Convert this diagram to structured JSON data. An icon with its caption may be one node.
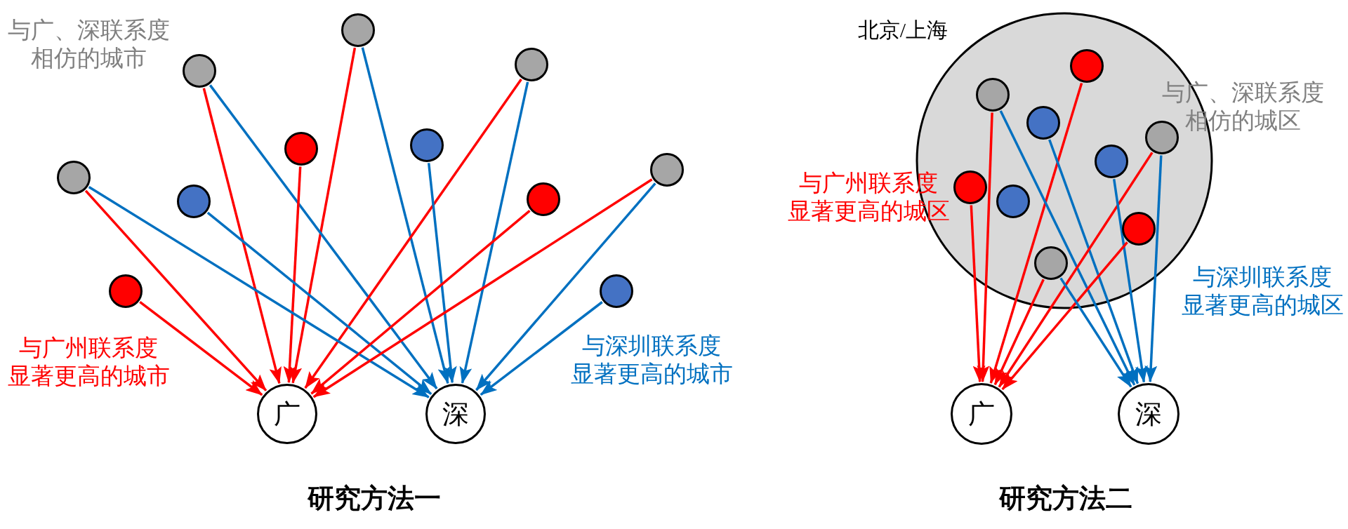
{
  "diagram": {
    "nodes": [
      {
        "text": [],
        "shape": "circle"
      },
      {
        "text": [],
        "shape": "circle"
      },
      {
        "text": [],
        "shape": "circle"
      },
      {
        "text": [],
        "shape": "circle"
      },
      {
        "text": [],
        "shape": "circle"
      },
      {
        "text": [],
        "shape": "circle"
      },
      {
        "text": [],
        "shape": "circle"
      },
      {
        "text": [],
        "shape": "circle"
      },
      {
        "text": [],
        "shape": "circle"
      },
      {
        "text": [],
        "shape": "circle"
      },
      {
        "text": [],
        "shape": "circle"
      },
      {
        "text": [
          "广"
        ]
      },
      {
        "text": [
          "深"
        ]
      },
      {
        "text": [
          "北京/上海"
        ]
      },
      {
        "text": [],
        "shape": "circle",
        "in": 13
      },
      {
        "text": [],
        "shape": "circle",
        "in": 13
      },
      {
        "text": [],
        "shape": "circle",
        "in": 13
      },
      {
        "text": [],
        "shape": "circle",
        "in": 13
      },
      {
        "text": [],
        "shape": "circle",
        "in": 13
      },
      {
        "text": [],
        "shape": "circle",
        "in": 13
      },
      {
        "text": [],
        "shape": "circle",
        "in": 13
      },
      {
        "text": [],
        "shape": "circle",
        "in": 13
      },
      {
        "text": [],
        "shape": "circle",
        "in": 13
      },
      {
        "text": [
          "广"
        ]
      },
      {
        "text": [
          "深"
        ]
      }
    ],
    "edges": [
      {
        "from": 0,
        "to": 11,
        "arrow": "to",
        "color": "#ff0000"
      },
      {
        "from": 0,
        "to": 12,
        "arrow": "to",
        "color": "#0070c0"
      },
      {
        "from": 1,
        "to": 11,
        "arrow": "to",
        "color": "#ff0000"
      },
      {
        "from": 1,
        "to": 12,
        "arrow": "to",
        "color": "#0070c0"
      },
      {
        "from": 2,
        "to": 11,
        "arrow": "to",
        "color": "#ff0000"
      },
      {
        "from": 2,
        "to": 12,
        "arrow": "to",
        "color": "#0070c0"
      },
      {
        "from": 3,
        "to": 11,
        "arrow": "to",
        "color": "#ff0000"
      },
      {
        "from": 4,
        "to": 12,
        "arrow": "to",
        "color": "#0070c0"
      },
      {
        "from": 5,
        "to": 11,
        "arrow": "to",
        "color": "#ff0000"
      },
      {
        "from": 5,
        "to": 12,
        "arrow": "to",
        "color": "#0070c0"
      },
      {
        "from": 6,
        "to": 12,
        "arrow": "to",
        "color": "#0070c0"
      },
      {
        "from": 7,
        "to": 11,
        "arrow": "to",
        "color": "#ff0000"
      },
      {
        "from": 8,
        "to": 11,
        "arrow": "to",
        "color": "#ff0000"
      },
      {
        "from": 8,
        "to": 12,
        "arrow": "to",
        "color": "#0070c0"
      },
      {
        "from": 9,
        "to": 11,
        "arrow": "to",
        "color": "#ff0000"
      },
      {
        "from": 10,
        "to": 12,
        "arrow": "to",
        "color": "#0070c0"
      },
      {
        "from": 14,
        "to": 23,
        "arrow": "to",
        "color": "#ff0000"
      },
      {
        "from": 15,
        "to": 23,
        "arrow": "to",
        "color": "#ff0000"
      },
      {
        "from": 15,
        "to": 24,
        "arrow": "to",
        "color": "#0070c0"
      },
      {
        "from": 16,
        "to": 24,
        "arrow": "to",
        "color": "#0070c0"
      },
      {
        "from": 17,
        "to": 23,
        "arrow": "to",
        "color": "#ff0000"
      },
      {
        "from": 17,
        "to": 24,
        "arrow": "to",
        "color": "#0070c0"
      },
      {
        "from": 18,
        "to": 24,
        "arrow": "to",
        "color": "#0070c0"
      },
      {
        "from": 19,
        "to": 23,
        "arrow": "to",
        "color": "#ff0000"
      },
      {
        "from": 21,
        "to": 23,
        "arrow": "to",
        "color": "#ff0000"
      },
      {
        "from": 22,
        "to": 23,
        "arrow": "to",
        "color": "#ff0000"
      },
      {
        "from": 22,
        "to": 24,
        "arrow": "to",
        "color": "#0070c0"
      }
    ],
    "labels": [
      "与广、深联系度相仿的城市",
      "与广州联系度显著更高的城市",
      "与深圳联系度显著更高的城市",
      "研究方法一",
      "与广、深联系度相仿的城区",
      "与广州联系度显著更高的城区",
      "与深圳联系度显著更高的城区",
      "研究方法二"
    ]
  }
}
